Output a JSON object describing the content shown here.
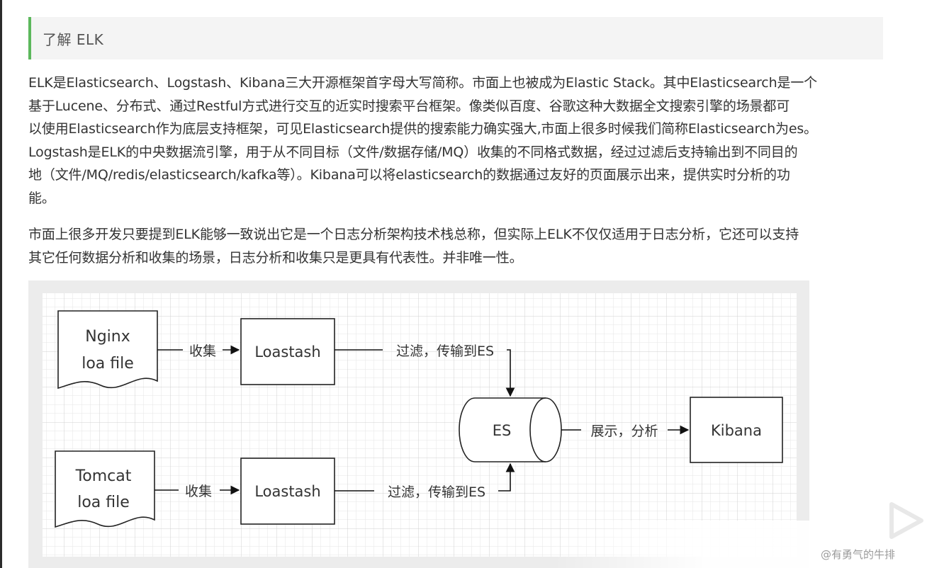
{
  "section": {
    "heading": "了解 ELK",
    "accent_color": "#5cb85c"
  },
  "paragraphs": [
    [
      "ELK是Elasticsearch、Logstash、Kibana三大开源框架首字母大写简称。市面上也被成为Elastic Stack。其中Elasticsearch是一个",
      "基于Lucene、分布式、通过Restful方式进行交互的近实时搜索平台框架。像类似百度、谷歌这种大数据全文搜索引擎的场景都可",
      "以使用Elasticsearch作为底层支持框架，可见Elasticsearch提供的搜索能力确实强大,市面上很多时候我们简称Elasticsearch为es。",
      "Logstash是ELK的中央数据流引擎，用于从不同目标（文件/数据存储/MQ）收集的不同格式数据，经过过滤后支持输出到不同目的",
      "地（文件/MQ/redis/elasticsearch/kafka等）。Kibana可以将elasticsearch的数据通过友好的页面展示出来，提供实时分析的功",
      "能。"
    ],
    [
      "市面上很多开发只要提到ELK能够一致说出它是一个日志分析架构技术栈总称，但实际上ELK不仅仅适用于日志分析，它还可以支持",
      "其它任何数据分析和收集的场景，日志分析和收集只是更具有代表性。并非唯一性。"
    ]
  ],
  "diagram": {
    "nginx_file": [
      "Nginx",
      "loa file"
    ],
    "tomcat_file": [
      "Tomcat",
      "loa file"
    ],
    "logstash_top": "Loastash",
    "logstash_bottom": "Loastash",
    "es": "ES",
    "kibana": "Kibana",
    "collect_top": "收集",
    "collect_bottom": "收集",
    "filter_top": "过滤，传输到ES",
    "filter_bottom": "过滤，传输到ES",
    "display": "展示，分析"
  },
  "watermark": "@有勇气的牛排"
}
